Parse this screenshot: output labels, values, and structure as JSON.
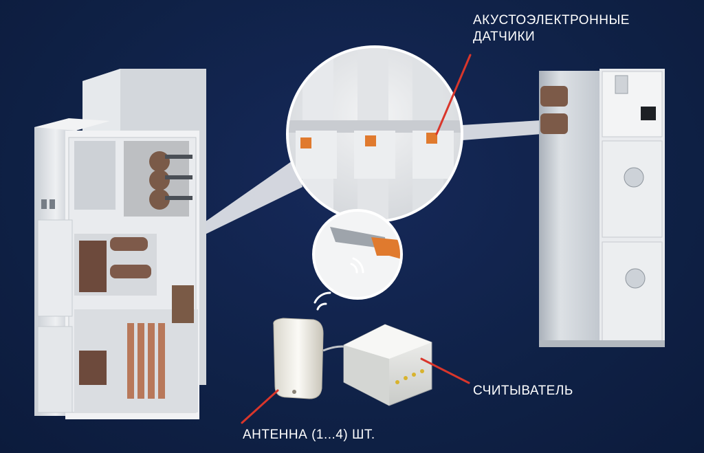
{
  "labels": {
    "sensors_line1": "АКУСТОЭЛЕКТРОННЫЕ",
    "sensors_line2": "ДАТЧИКИ",
    "reader": "СЧИТЫВАТЕЛЬ",
    "antenna": "АНТЕННА (1...4) ШТ."
  },
  "colors": {
    "background": "#0f2146",
    "callout_line": "#d9362b",
    "label_text": "#ffffff",
    "sensor_tag": "#e07a2e",
    "cabinet": "#e3e6ea"
  },
  "icons": [
    "wireless-signal-icon",
    "wireless-signal-icon"
  ]
}
